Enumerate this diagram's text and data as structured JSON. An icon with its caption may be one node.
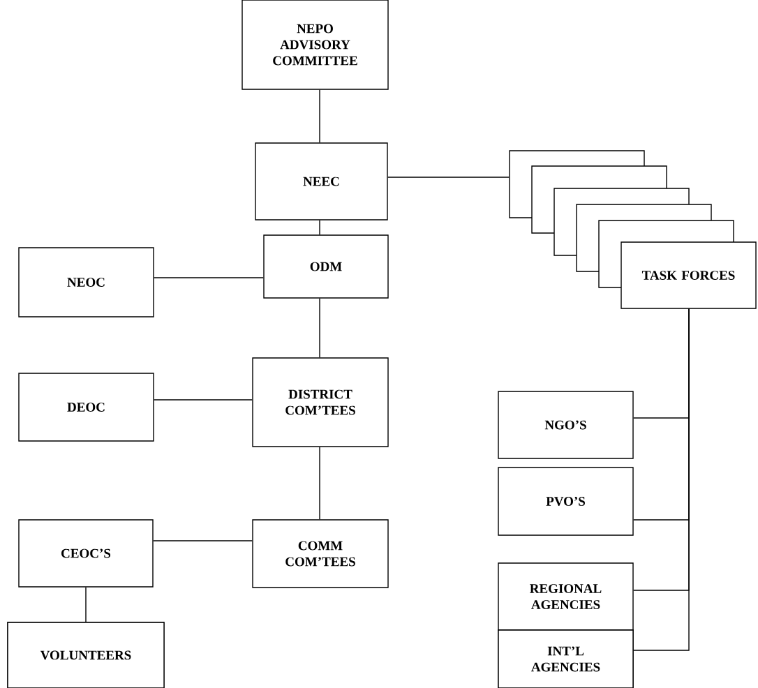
{
  "diagram": {
    "nodes": [
      {
        "text": [
          "NEPO ADVISORY COMMITTEE"
        ]
      },
      {
        "text": [
          "NEEC"
        ]
      },
      {
        "text": [
          "NEOC"
        ]
      },
      {
        "text": [
          "ODM"
        ]
      },
      {
        "text": [
          "DISTRICT COM’TEES"
        ]
      },
      {
        "text": [
          "DEOC"
        ]
      },
      {
        "text": [
          "COMM COM’TEES"
        ]
      },
      {
        "text": [
          "CEOC’S"
        ]
      },
      {
        "text": [
          "VOLUNTEERS"
        ]
      },
      {
        "text": [],
        "shape": "box"
      },
      {
        "text": [],
        "shape": "box"
      },
      {
        "text": [],
        "shape": "box"
      },
      {
        "text": [],
        "shape": "box"
      },
      {
        "text": [],
        "shape": "box"
      },
      {
        "text": [
          "TASK FORCES"
        ]
      },
      {
        "text": [
          "NGO’S"
        ]
      },
      {
        "text": [
          "PVO’S"
        ]
      },
      {
        "text": [
          "REGIONAL AGENCIES"
        ]
      },
      {
        "text": [
          "INT’L AGENCIES"
        ]
      }
    ],
    "edges": [
      {
        "from": 0,
        "to": 1,
        "arrow": "none"
      },
      {
        "from": 1,
        "to": 9,
        "arrow": "none"
      },
      {
        "from": 1,
        "to": 3,
        "arrow": "none"
      },
      {
        "from": 2,
        "to": 3,
        "arrow": "none"
      },
      {
        "from": 3,
        "to": 4,
        "arrow": "none"
      },
      {
        "from": 5,
        "to": 4,
        "arrow": "none"
      },
      {
        "from": 4,
        "to": 6,
        "arrow": "none"
      },
      {
        "from": 7,
        "to": 6,
        "arrow": "none"
      },
      {
        "from": 7,
        "to": 8,
        "arrow": "none"
      },
      {
        "from": 14,
        "to": 15,
        "arrow": "none"
      },
      {
        "from": 14,
        "to": 16,
        "arrow": "none"
      },
      {
        "from": 14,
        "to": 17,
        "arrow": "none"
      },
      {
        "from": 14,
        "to": 18,
        "arrow": "none"
      }
    ]
  }
}
